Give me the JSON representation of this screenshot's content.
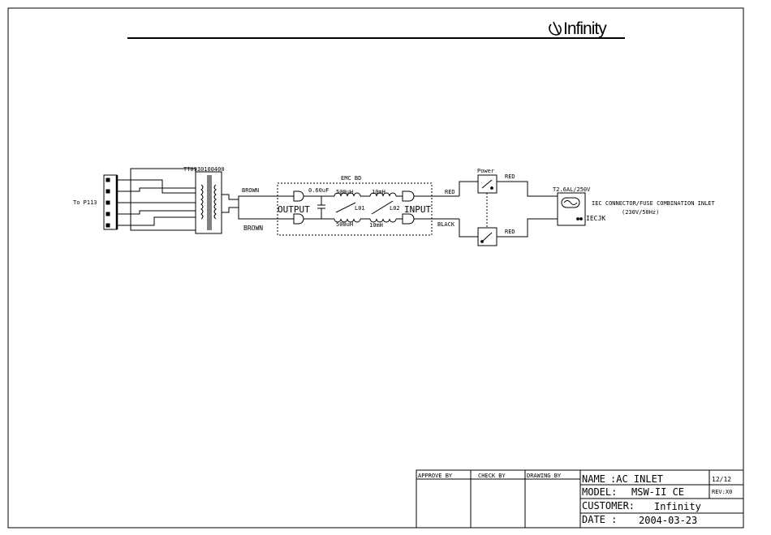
{
  "header": {
    "brand": "Infinity"
  },
  "connector": {
    "label": "To P113"
  },
  "transformer": {
    "label": "TT0930100400"
  },
  "wires": {
    "brown_top": "BROWN",
    "brown_bottom": "BROWN",
    "red_in": "RED",
    "black_in": "BLACK",
    "red_top": "RED",
    "red_bottom": "RED"
  },
  "emc": {
    "title": "EMC BD",
    "cap": "0.60uF",
    "output_label": "OUTPUT",
    "input_label": "INPUT",
    "l01_top": "500uH",
    "l01_label": "L01",
    "l01_bottom": "500uH",
    "l02_top": "10mH",
    "l02_label": "L02",
    "l02_bottom": "10mH"
  },
  "switch": {
    "label": "Power"
  },
  "inlet": {
    "fuse": "T2.6AL/250V",
    "description": "IEC CONNECTOR/FUSE COMBINATION INLET",
    "rating": "(230V/50Hz)",
    "ref": "IECJK"
  },
  "title_block": {
    "approve_by": "APPROVE BY",
    "check_by": "CHECK BY",
    "drawing_by": "DRAWING BY",
    "name_label": "NAME",
    "name_value": ":AC INLET",
    "sheet": "12/12",
    "model_label": "MODEL:",
    "model_value": "MSW-II CE",
    "rev": "REV:X0",
    "customer_label": "CUSTOMER:",
    "customer_value": "Infinity",
    "date_label": "DATE :",
    "date_value": "2004-03-23"
  }
}
